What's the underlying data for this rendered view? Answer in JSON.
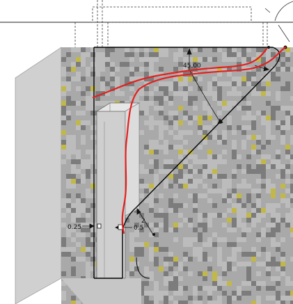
{
  "viewport": {
    "background": "#ffffff"
  },
  "colors": {
    "texture_base": "#a9a9a9",
    "texture_light": "#c3c3c3",
    "texture_dark": "#6e6e6e",
    "speck": "#c9bd2a",
    "side_face": "#d2d2d2",
    "sketch_line": "#000000",
    "hidden_line": "#3a3a3a",
    "markup": "#e3201e"
  },
  "dimensions": {
    "angle": "45.00",
    "left_offset": "0.25",
    "right_offset": "0.5",
    "radius": "2"
  }
}
